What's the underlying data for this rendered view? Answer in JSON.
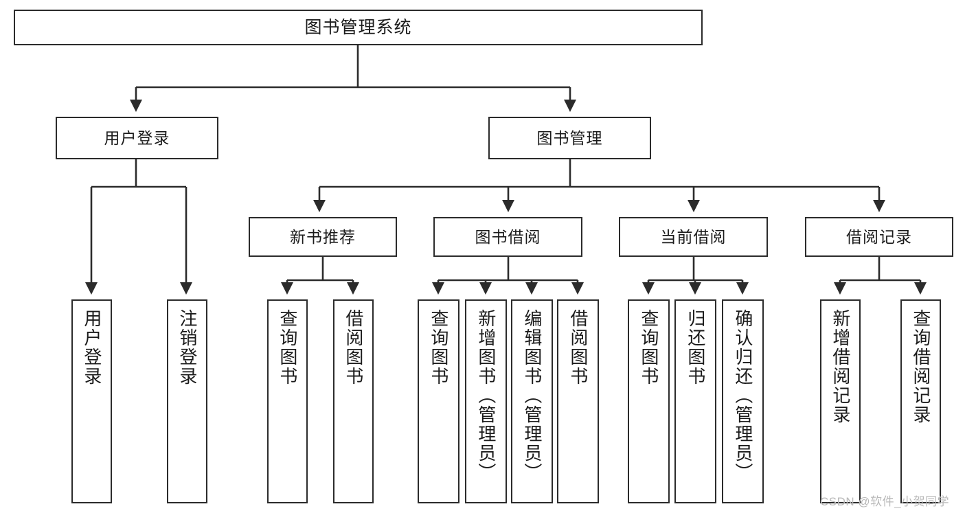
{
  "diagram": {
    "title": "图书管理系统",
    "type": "tree-hierarchy-functional-decomposition",
    "root": {
      "label": "图书管理系统"
    },
    "level1": [
      {
        "label": "用户登录"
      },
      {
        "label": "图书管理"
      }
    ],
    "level2": [
      {
        "label": "新书推荐"
      },
      {
        "label": "图书借阅"
      },
      {
        "label": "当前借阅"
      },
      {
        "label": "借阅记录"
      }
    ],
    "leaves": {
      "user_login": [
        {
          "label": "用户登录"
        },
        {
          "label": "注销登录"
        }
      ],
      "new_book_recommend": [
        {
          "label": "查询图书"
        },
        {
          "label": "借阅图书"
        }
      ],
      "book_borrow": [
        {
          "label": "查询图书"
        },
        {
          "label": "新增图书（管理员）"
        },
        {
          "label": "编辑图书（管理员）"
        },
        {
          "label": "借阅图书"
        }
      ],
      "current_borrow": [
        {
          "label": "查询图书"
        },
        {
          "label": "归还图书"
        },
        {
          "label": "确认归还（管理员）"
        }
      ],
      "borrow_record": [
        {
          "label": "新增借阅记录"
        },
        {
          "label": "查询借阅记录"
        }
      ]
    }
  },
  "watermark": {
    "text": "CSDN @软件_小贺同学"
  },
  "colors": {
    "stroke": "#2b2b2b",
    "fill": "#ffffff",
    "text": "#1b1b1b",
    "watermark": "#b9b9b9"
  }
}
